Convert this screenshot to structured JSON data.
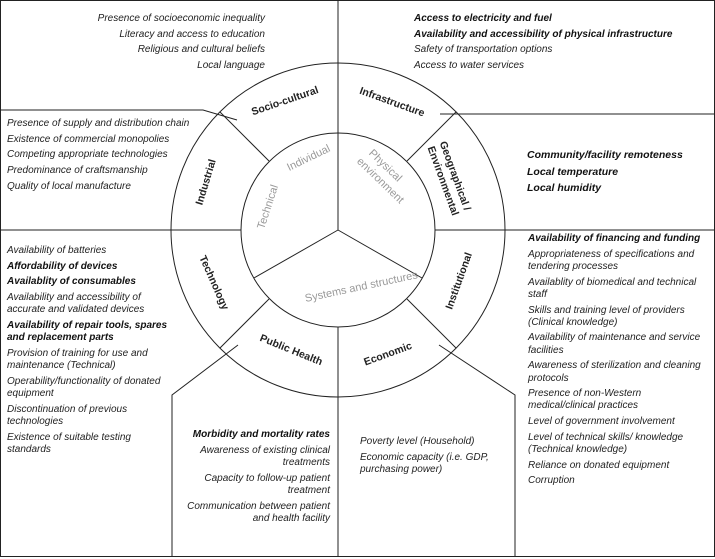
{
  "diagram": {
    "outer_ring": [
      {
        "label": "Socio-cultural"
      },
      {
        "label": "Infrastructure"
      },
      {
        "label": "Geographical /"
      },
      {
        "label": "Environmental"
      },
      {
        "label": "Institutional"
      },
      {
        "label": "Economic"
      },
      {
        "label": "Public Health"
      },
      {
        "label": "Technology"
      },
      {
        "label": "Industrial"
      }
    ],
    "inner_ring": [
      {
        "label": "Individual"
      },
      {
        "label": "Physical"
      },
      {
        "label": "environment"
      },
      {
        "label": "Systems and structures"
      },
      {
        "label": "Technical"
      }
    ]
  },
  "boxes": {
    "socio_cultural": [
      {
        "text": "Presence of socioeconomic inequality",
        "bold": false
      },
      {
        "text": "Literacy and access to education",
        "bold": false
      },
      {
        "text": "Religious and cultural beliefs",
        "bold": false
      },
      {
        "text": "Local language",
        "bold": false
      }
    ],
    "infrastructure": [
      {
        "text": "Access to electricity and fuel",
        "bold": true
      },
      {
        "text": "Availability and accessibility of physical infrastructure",
        "bold": true
      },
      {
        "text": "Safety of transportation options",
        "bold": false
      },
      {
        "text": "Access to water services",
        "bold": false
      }
    ],
    "industrial": [
      {
        "text": "Presence of supply and distribution chain",
        "bold": false
      },
      {
        "text": "Existence of commercial monopolies",
        "bold": false
      },
      {
        "text": "Competing appropriate technologies",
        "bold": false
      },
      {
        "text": "Predominance of craftsmanship",
        "bold": false
      },
      {
        "text": "Quality of local manufacture",
        "bold": false
      }
    ],
    "geographical": [
      {
        "text": "Community/facility remoteness",
        "bold": true
      },
      {
        "text": "Local temperature",
        "bold": true
      },
      {
        "text": "Local humidity",
        "bold": true
      }
    ],
    "technology": [
      {
        "text": "Availability of batteries",
        "bold": false
      },
      {
        "text": "Affordability of devices",
        "bold": true
      },
      {
        "text": "Availablity of consumables",
        "bold": true
      },
      {
        "text": "Availability and accessibility of accurate and validated devices",
        "bold": false
      },
      {
        "text": "Availability of repair tools, spares and replacement parts",
        "bold": true
      },
      {
        "text": "Provision of training for use and maintenance (Technical)",
        "bold": false
      },
      {
        "text": "Operability/functionality of donated equipment",
        "bold": false
      },
      {
        "text": "Discontinuation of previous technologies",
        "bold": false
      },
      {
        "text": "Existence of suitable testing standards",
        "bold": false
      }
    ],
    "institutional": [
      {
        "text": "Availability of financing and funding",
        "bold": true
      },
      {
        "text": "Appropriateness of specifications and tendering processes",
        "bold": false
      },
      {
        "text": "Availablity of biomedical and technical staff",
        "bold": false
      },
      {
        "text": "Skills and training level of providers (Clinical knowledge)",
        "bold": false
      },
      {
        "text": "Availability of maintenance and service facilities",
        "bold": false
      },
      {
        "text": "Awareness of sterilization and cleaning protocols",
        "bold": false
      },
      {
        "text": "Presence of non-Western medical/clinical practices",
        "bold": false
      },
      {
        "text": "Level of government involvement",
        "bold": false
      },
      {
        "text": "Level of technical skills/ knowledge (Technical knowledge)",
        "bold": false
      },
      {
        "text": "Reliance on donated equipment",
        "bold": false
      },
      {
        "text": "Corruption",
        "bold": false
      }
    ],
    "public_health": [
      {
        "text": "Morbidity and mortality rates",
        "bold": true
      },
      {
        "text": "Awareness of existing clinical treatments",
        "bold": false
      },
      {
        "text": "Capacity to follow-up patient treatment",
        "bold": false
      },
      {
        "text": "Communication between patient and health facility",
        "bold": false
      }
    ],
    "economic": [
      {
        "text": "Poverty level (Household)",
        "bold": false
      },
      {
        "text": "Economic capacity (i.e. GDP, purchasing power)",
        "bold": false
      }
    ]
  }
}
